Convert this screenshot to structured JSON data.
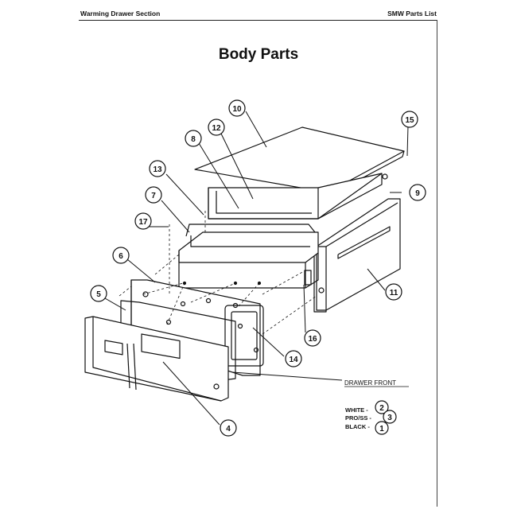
{
  "header": {
    "left_text": "Warming Drawer Section",
    "right_text": "SMW Parts List"
  },
  "title": "Body Parts",
  "callouts": [
    "10",
    "15",
    "12",
    "8",
    "13",
    "9",
    "7",
    "17",
    "6",
    "11",
    "5",
    "16",
    "14",
    "4"
  ],
  "drawer_front_label": "DRAWER FRONT",
  "color_legend": [
    {
      "label": "WHITE -",
      "number": "2"
    },
    {
      "label": "PRO/SS -",
      "number": "3"
    },
    {
      "label": "BLACK -",
      "number": "1"
    }
  ]
}
